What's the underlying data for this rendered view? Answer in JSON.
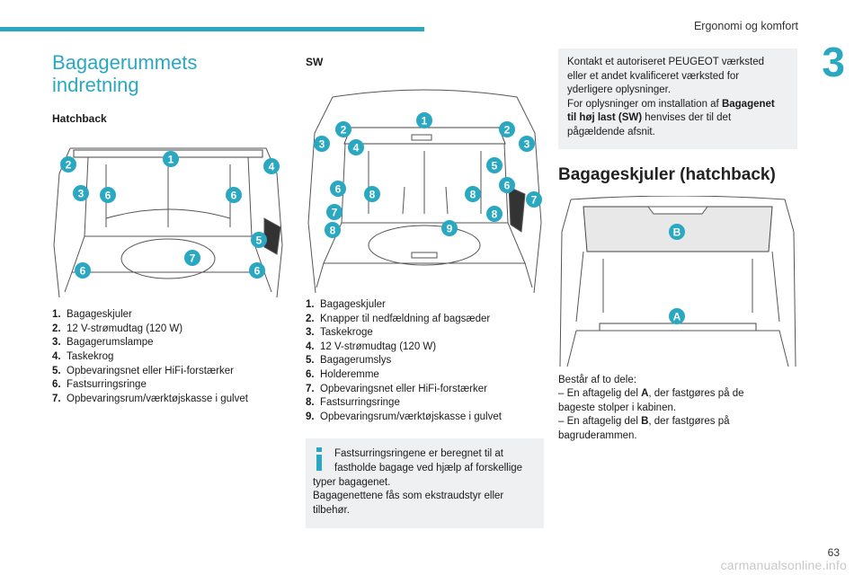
{
  "header": {
    "title": "Ergonomi og komfort",
    "chapter_number": "3"
  },
  "left": {
    "title_line1": "Bagagerummets",
    "title_line2": "indretning",
    "subtitle": "Hatchback",
    "callouts": [
      "1",
      "2",
      "3",
      "4",
      "5",
      "6",
      "6",
      "6",
      "6",
      "7"
    ],
    "legend": [
      {
        "num": "1.",
        "text": "Bagageskjuler"
      },
      {
        "num": "2.",
        "text": "12 V-strømudtag (120 W)"
      },
      {
        "num": "3.",
        "text": "Bagagerumslampe"
      },
      {
        "num": "4.",
        "text": "Taskekrog"
      },
      {
        "num": "5.",
        "text": "Opbevaringsnet eller HiFi-forstærker"
      },
      {
        "num": "6.",
        "text": "Fastsurringsringe"
      },
      {
        "num": "7.",
        "text": "Opbevaringsrum/værktøjskasse i gulvet"
      }
    ]
  },
  "middle": {
    "subtitle": "SW",
    "callouts": [
      "1",
      "2",
      "2",
      "3",
      "3",
      "4",
      "5",
      "6",
      "6",
      "7",
      "7",
      "8",
      "8",
      "8",
      "8",
      "9"
    ],
    "legend": [
      {
        "num": "1.",
        "text": "Bagageskjuler"
      },
      {
        "num": "2.",
        "text": "Knapper til nedfældning af bagsæder"
      },
      {
        "num": "3.",
        "text": "Taskekroge"
      },
      {
        "num": "4.",
        "text": "12 V-strømudtag (120 W)"
      },
      {
        "num": "5.",
        "text": "Bagagerumslys"
      },
      {
        "num": "6.",
        "text": "Holderemme"
      },
      {
        "num": "7.",
        "text": "Opbevaringsnet eller HiFi-forstærker"
      },
      {
        "num": "8.",
        "text": "Fastsurringsringe"
      },
      {
        "num": "9.",
        "text": "Opbevaringsrum/værktøjskasse i gulvet"
      }
    ],
    "info": {
      "line1": "Fastsurringsringene er beregnet til at",
      "line2": "fastholde bagage ved hjælp af forskellige",
      "line3": "typer bagagenet.",
      "line4": "Bagagenettene fås som ekstraudstyr eller",
      "line5": "tilbehør."
    }
  },
  "right": {
    "note": {
      "l1": "Kontakt et autoriseret PEUGEOT værksted",
      "l2": "eller et andet kvalificeret værksted for",
      "l3": "yderligere oplysninger.",
      "l4a": "For oplysninger om installation af ",
      "l4b": "Bagagenet",
      "l5a": "til høj last (SW)",
      "l5b": " henvises der til det",
      "l6": "pågældende afsnit."
    },
    "title": "Bagageskjuler (hatchback)",
    "callout_a": "A",
    "callout_b": "B",
    "body": {
      "l1": "Består af to dele:",
      "l2a": "–  En aftagelig del ",
      "l2b": "A",
      "l2c": ", der fastgøres på de",
      "l3": "bageste stolper i kabinen.",
      "l4a": "–  En aftagelig del ",
      "l4b": "B",
      "l4c": ", der fastgøres på",
      "l5": "bagruderammen."
    }
  },
  "footer": {
    "page_number": "63",
    "watermark": "carmanualsonline.info"
  },
  "colors": {
    "accent": "#2aa8c2",
    "info_bg": "#eef0f1",
    "line_art": "#555555"
  }
}
